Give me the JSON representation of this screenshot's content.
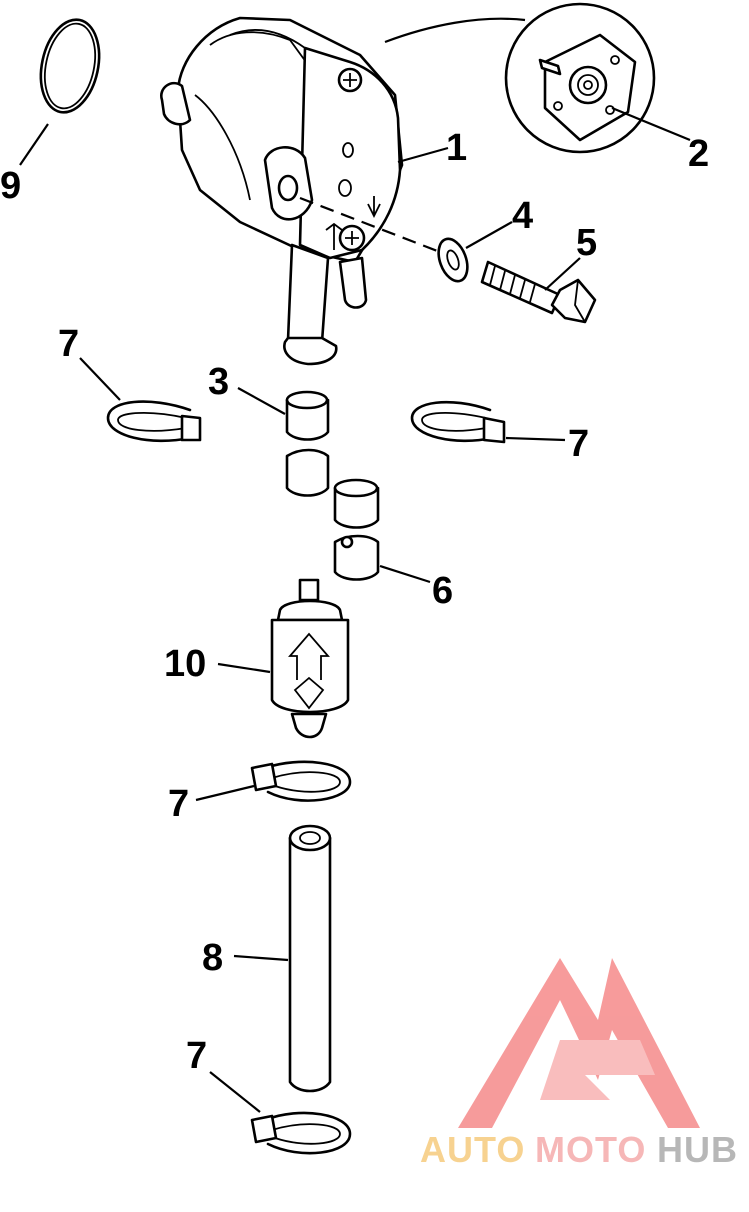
{
  "parts": [
    {
      "number": "1",
      "name": "fuel-pump"
    },
    {
      "number": "2",
      "name": "diaphragm-cover"
    },
    {
      "number": "3",
      "name": "hose-sleeve"
    },
    {
      "number": "4",
      "name": "washer"
    },
    {
      "number": "5",
      "name": "bolt"
    },
    {
      "number": "6",
      "name": "hose-sleeve"
    },
    {
      "number": "7",
      "name": "clamp"
    },
    {
      "number": "8",
      "name": "fuel-hose"
    },
    {
      "number": "9",
      "name": "o-ring"
    },
    {
      "number": "10",
      "name": "fuel-filter"
    }
  ],
  "labels": {
    "l1": "1",
    "l2": "2",
    "l3": "3",
    "l4": "4",
    "l5": "5",
    "l6": "6",
    "l7a": "7",
    "l7b": "7",
    "l7c": "7",
    "l7d": "7",
    "l8": "8",
    "l9": "9",
    "l10": "10"
  },
  "watermark": {
    "text_part1": "AUTO",
    "text_part2": "MOTO",
    "text_part3": "HUB",
    "color_part1": "#f5c36b",
    "color_part2": "#f4a0a0",
    "color_part3": "#a0a0a0",
    "logo_color": "#f47a7a"
  }
}
